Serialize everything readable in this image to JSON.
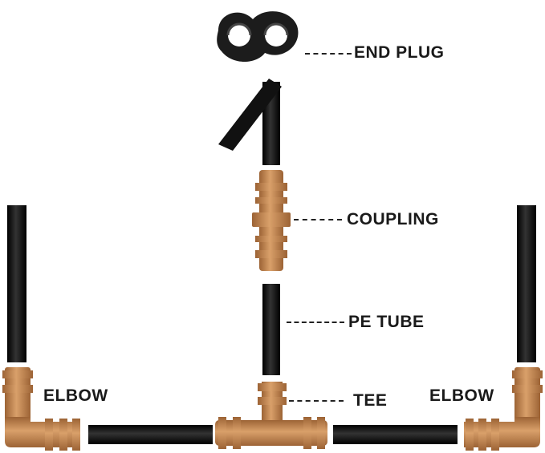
{
  "labels": {
    "end_plug": "END PLUG",
    "coupling": "COUPLING",
    "pe_tube": "PE TUBE",
    "tee": "TEE",
    "elbow_left": "ELBOW",
    "elbow_right": "ELBOW"
  },
  "colors": {
    "tube": "#111111",
    "fitting": "#c98a52",
    "fitting_dark": "#9c6335",
    "plug": "#1a1a1a"
  }
}
